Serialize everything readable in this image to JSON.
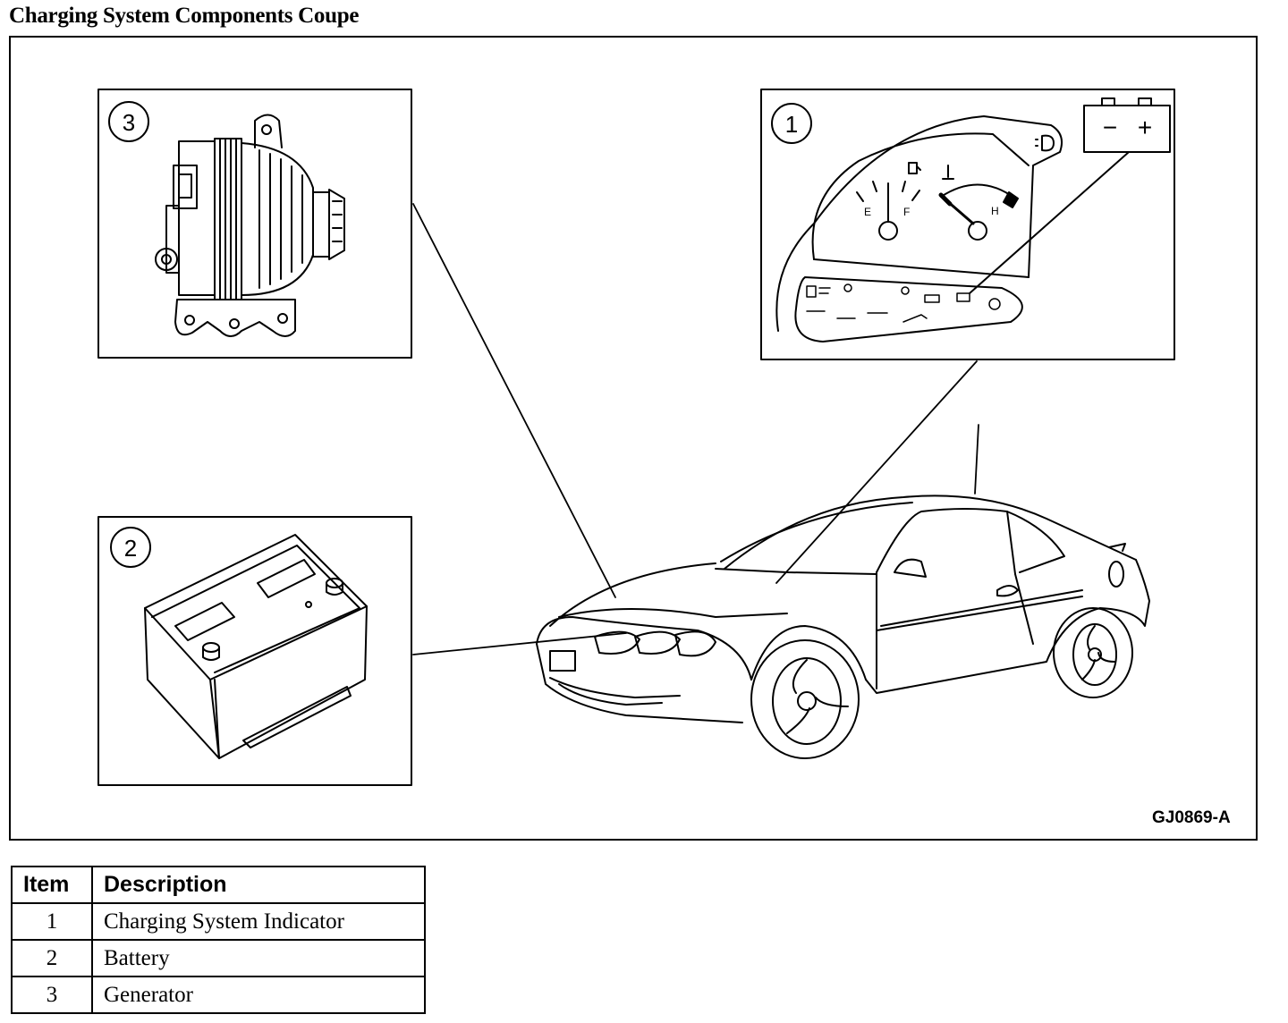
{
  "title": "Charging System Components Coupe",
  "figure_code": "GJ0869-A",
  "callouts": {
    "c1": "1",
    "c2": "2",
    "c3": "3"
  },
  "gauge_labels": {
    "empty": "E",
    "full": "F",
    "hot": "H"
  },
  "battery_icon": {
    "minus": "−",
    "plus": "+"
  },
  "table": {
    "headers": [
      "Item",
      "Description"
    ],
    "rows": [
      {
        "item": "1",
        "description": "Charging System Indicator"
      },
      {
        "item": "2",
        "description": "Battery"
      },
      {
        "item": "3",
        "description": "Generator"
      }
    ]
  },
  "colors": {
    "line": "#000000",
    "background": "#ffffff"
  }
}
